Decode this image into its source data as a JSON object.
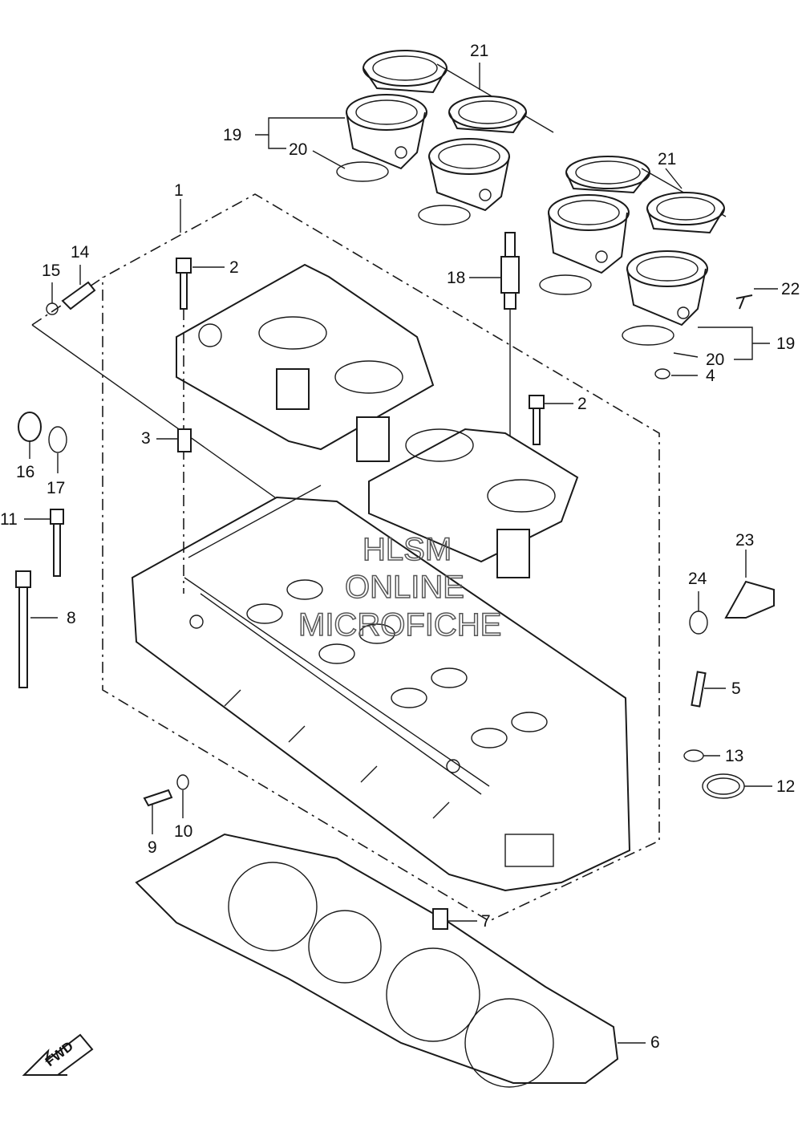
{
  "diagram": {
    "callouts": [
      {
        "id": "c1",
        "label": "1"
      },
      {
        "id": "c2a",
        "label": "2"
      },
      {
        "id": "c2b",
        "label": "2"
      },
      {
        "id": "c3",
        "label": "3"
      },
      {
        "id": "c4",
        "label": "4"
      },
      {
        "id": "c5",
        "label": "5"
      },
      {
        "id": "c6",
        "label": "6"
      },
      {
        "id": "c7",
        "label": "7"
      },
      {
        "id": "c8",
        "label": "8"
      },
      {
        "id": "c9",
        "label": "9"
      },
      {
        "id": "c10",
        "label": "10"
      },
      {
        "id": "c11",
        "label": "11"
      },
      {
        "id": "c12",
        "label": "12"
      },
      {
        "id": "c13",
        "label": "13"
      },
      {
        "id": "c14",
        "label": "14"
      },
      {
        "id": "c15",
        "label": "15"
      },
      {
        "id": "c16",
        "label": "16"
      },
      {
        "id": "c17",
        "label": "17"
      },
      {
        "id": "c18",
        "label": "18"
      },
      {
        "id": "c19a",
        "label": "19"
      },
      {
        "id": "c19b",
        "label": "19"
      },
      {
        "id": "c20a",
        "label": "20"
      },
      {
        "id": "c20b",
        "label": "20"
      },
      {
        "id": "c21a",
        "label": "21"
      },
      {
        "id": "c21b",
        "label": "21"
      },
      {
        "id": "c22",
        "label": "22"
      },
      {
        "id": "c23",
        "label": "23"
      },
      {
        "id": "c24",
        "label": "24"
      }
    ],
    "direction_label": "FWD",
    "watermark": [
      "HLSM",
      "ONLINE",
      "MICROFICHE"
    ]
  }
}
